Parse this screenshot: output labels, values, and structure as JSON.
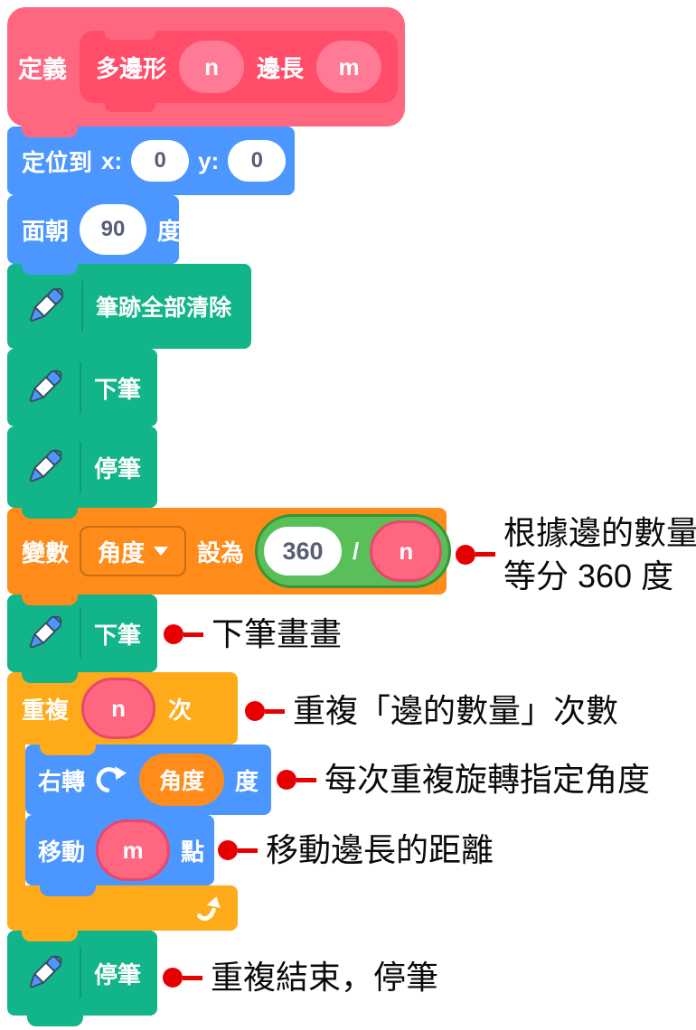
{
  "blocks": {
    "define": {
      "keyword": "定義",
      "name": "多邊形",
      "param_n": "n",
      "arg_label": "邊長",
      "param_m": "m"
    },
    "goto_xy": {
      "label": "定位到",
      "x_label": "x:",
      "x_value": "0",
      "y_label": "y:",
      "y_value": "0"
    },
    "point_direction": {
      "label": "面朝",
      "value": "90",
      "unit": "度"
    },
    "pen_erase_all": {
      "label": "筆跡全部清除"
    },
    "pen_down_1": {
      "label": "下筆"
    },
    "pen_up_1": {
      "label": "停筆"
    },
    "set_variable": {
      "label": "變數",
      "variable": "角度",
      "set_label": "設為",
      "numerator": "360",
      "operator": "/",
      "denominator": "n"
    },
    "pen_down_2": {
      "label": "下筆"
    },
    "repeat": {
      "label": "重複",
      "times": "n",
      "unit": "次"
    },
    "turn_right": {
      "label": "右轉",
      "angle_var": "角度",
      "unit": "度"
    },
    "move": {
      "label": "移動",
      "distance": "m",
      "unit": "點"
    },
    "pen_up_2": {
      "label": "停筆"
    }
  },
  "annotations": {
    "divide": {
      "line1": "根據邊的數量",
      "line2": "等分 360 度"
    },
    "pen_down": {
      "text": "下筆畫畫"
    },
    "repeat": {
      "text": "重複「邊的數量」次數"
    },
    "turn": {
      "text": "每次重複旋轉指定角度"
    },
    "move": {
      "text": "移動邊長的距離"
    },
    "pen_up": {
      "text": "重複結束，停筆"
    }
  },
  "colors": {
    "hat": "#FF6680",
    "prototype": "#FF4D6A",
    "prototype_param": "#FF7A94",
    "motion_blue": "#4C97FF",
    "pen_green": "#12B489",
    "variables_orange": "#FF8C1A",
    "control_orange": "#FFAB19",
    "operator_green": "#59C059",
    "operator_border": "#389438",
    "custom_param_pink": "#FF6680",
    "custom_param_border": "#E9476C",
    "annotation_red": "#E80000",
    "input_text": "#575E75"
  },
  "icons": {
    "pen": "pen-icon",
    "rotate_cw": "rotate-cw-icon",
    "loop": "loop-arrow-icon",
    "dropdown": "dropdown-caret-icon"
  }
}
